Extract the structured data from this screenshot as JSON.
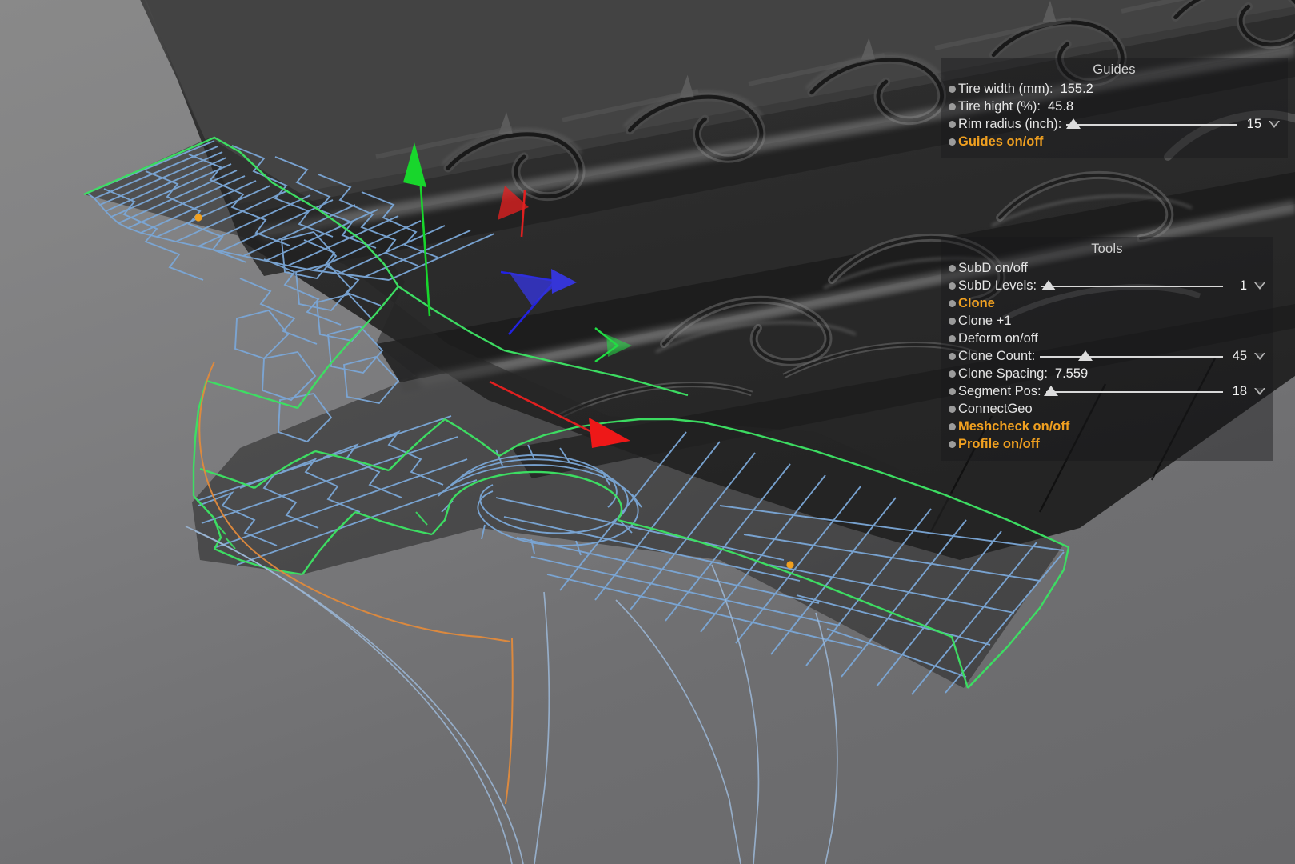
{
  "viewport": {
    "background_top_color": "#898989",
    "background_bottom_color": "#68686a",
    "tire_body_color": "#2b2b2b",
    "wireframe_edge_color": "#7ba7d7",
    "selected_edge_color": "#3ddf63",
    "vertex_color": "#f0a020",
    "guide_spline_color": "#9cb8d8",
    "profile_spline_color": "#e08a3c",
    "gizmo": {
      "y_axis_color": "#18d62c",
      "x_axis_color": "#e02020",
      "z_axis_color": "#2222e0",
      "secondary_handle_color": "#22dd44"
    }
  },
  "guides_panel": {
    "title": "Guides",
    "rows": [
      {
        "label": "Tire width (mm):",
        "value": "155.2",
        "type": "value"
      },
      {
        "label": "Tire hight (%):",
        "value": "45.8",
        "type": "value"
      },
      {
        "label": "Rim radius (inch):",
        "value": "15",
        "type": "slider",
        "knob_pct": 4,
        "caret": true
      },
      {
        "label": "Guides on/off",
        "value": "",
        "type": "toggle",
        "accent": true
      }
    ]
  },
  "tools_panel": {
    "title": "Tools",
    "rows": [
      {
        "label": "SubD on/off",
        "value": "",
        "type": "toggle"
      },
      {
        "label": "SubD Levels:",
        "value": "1",
        "type": "slider",
        "knob_pct": 4,
        "caret": true
      },
      {
        "label": "Clone",
        "value": "",
        "type": "toggle",
        "accent": true
      },
      {
        "label": "Clone +1",
        "value": "",
        "type": "toggle"
      },
      {
        "label": "Deform on/off",
        "value": "",
        "type": "toggle"
      },
      {
        "label": "Clone Count:",
        "value": "45",
        "type": "slider",
        "knob_pct": 25,
        "caret": true
      },
      {
        "label": "Clone Spacing:",
        "value": "7.559",
        "type": "value"
      },
      {
        "label": "Segment Pos:",
        "value": "18",
        "type": "slider",
        "knob_pct": 3,
        "caret": true
      },
      {
        "label": "ConnectGeo",
        "value": "",
        "type": "toggle"
      },
      {
        "label": "Meshcheck on/off",
        "value": "",
        "type": "toggle",
        "accent": true
      },
      {
        "label": "Profile on/off",
        "value": "",
        "type": "toggle",
        "accent": true
      }
    ]
  },
  "accent_color": "#f0a020",
  "text_color": "#e4e4e4"
}
